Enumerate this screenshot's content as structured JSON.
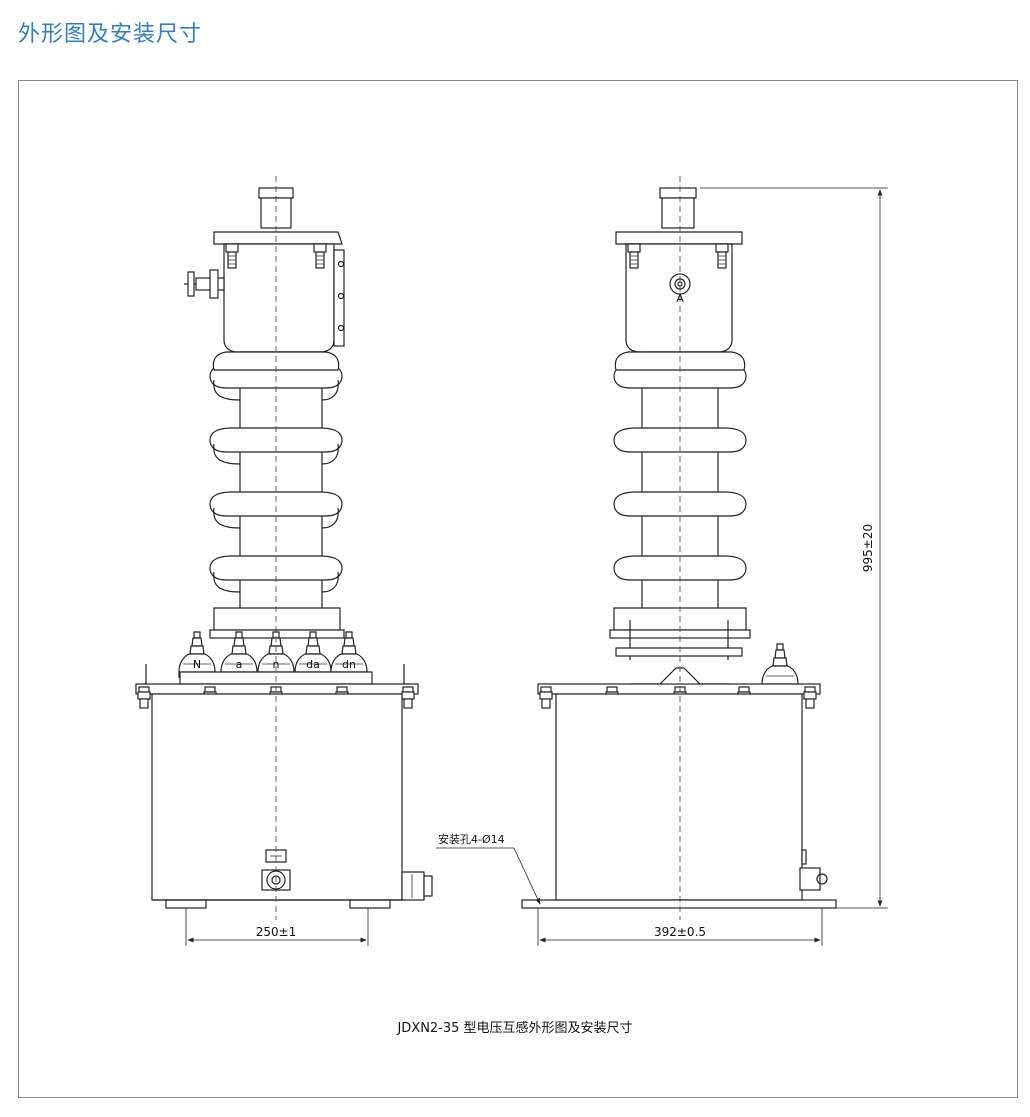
{
  "page": {
    "title": "外形图及安装尺寸"
  },
  "drawing": {
    "caption": "JDXN2-35 型电压互感外形图及安装尺寸",
    "terminals": [
      "N",
      "a",
      "n",
      "da",
      "dn"
    ],
    "marker_A": "A",
    "dim_front_width": "250±1",
    "dim_side_width": "392±0.5",
    "dim_height": "995±20",
    "mount_note": "安装孔4-Ø14"
  },
  "colors": {
    "title": "#2f7fc8",
    "frame": "#8a8a8a",
    "line": "#222222"
  }
}
